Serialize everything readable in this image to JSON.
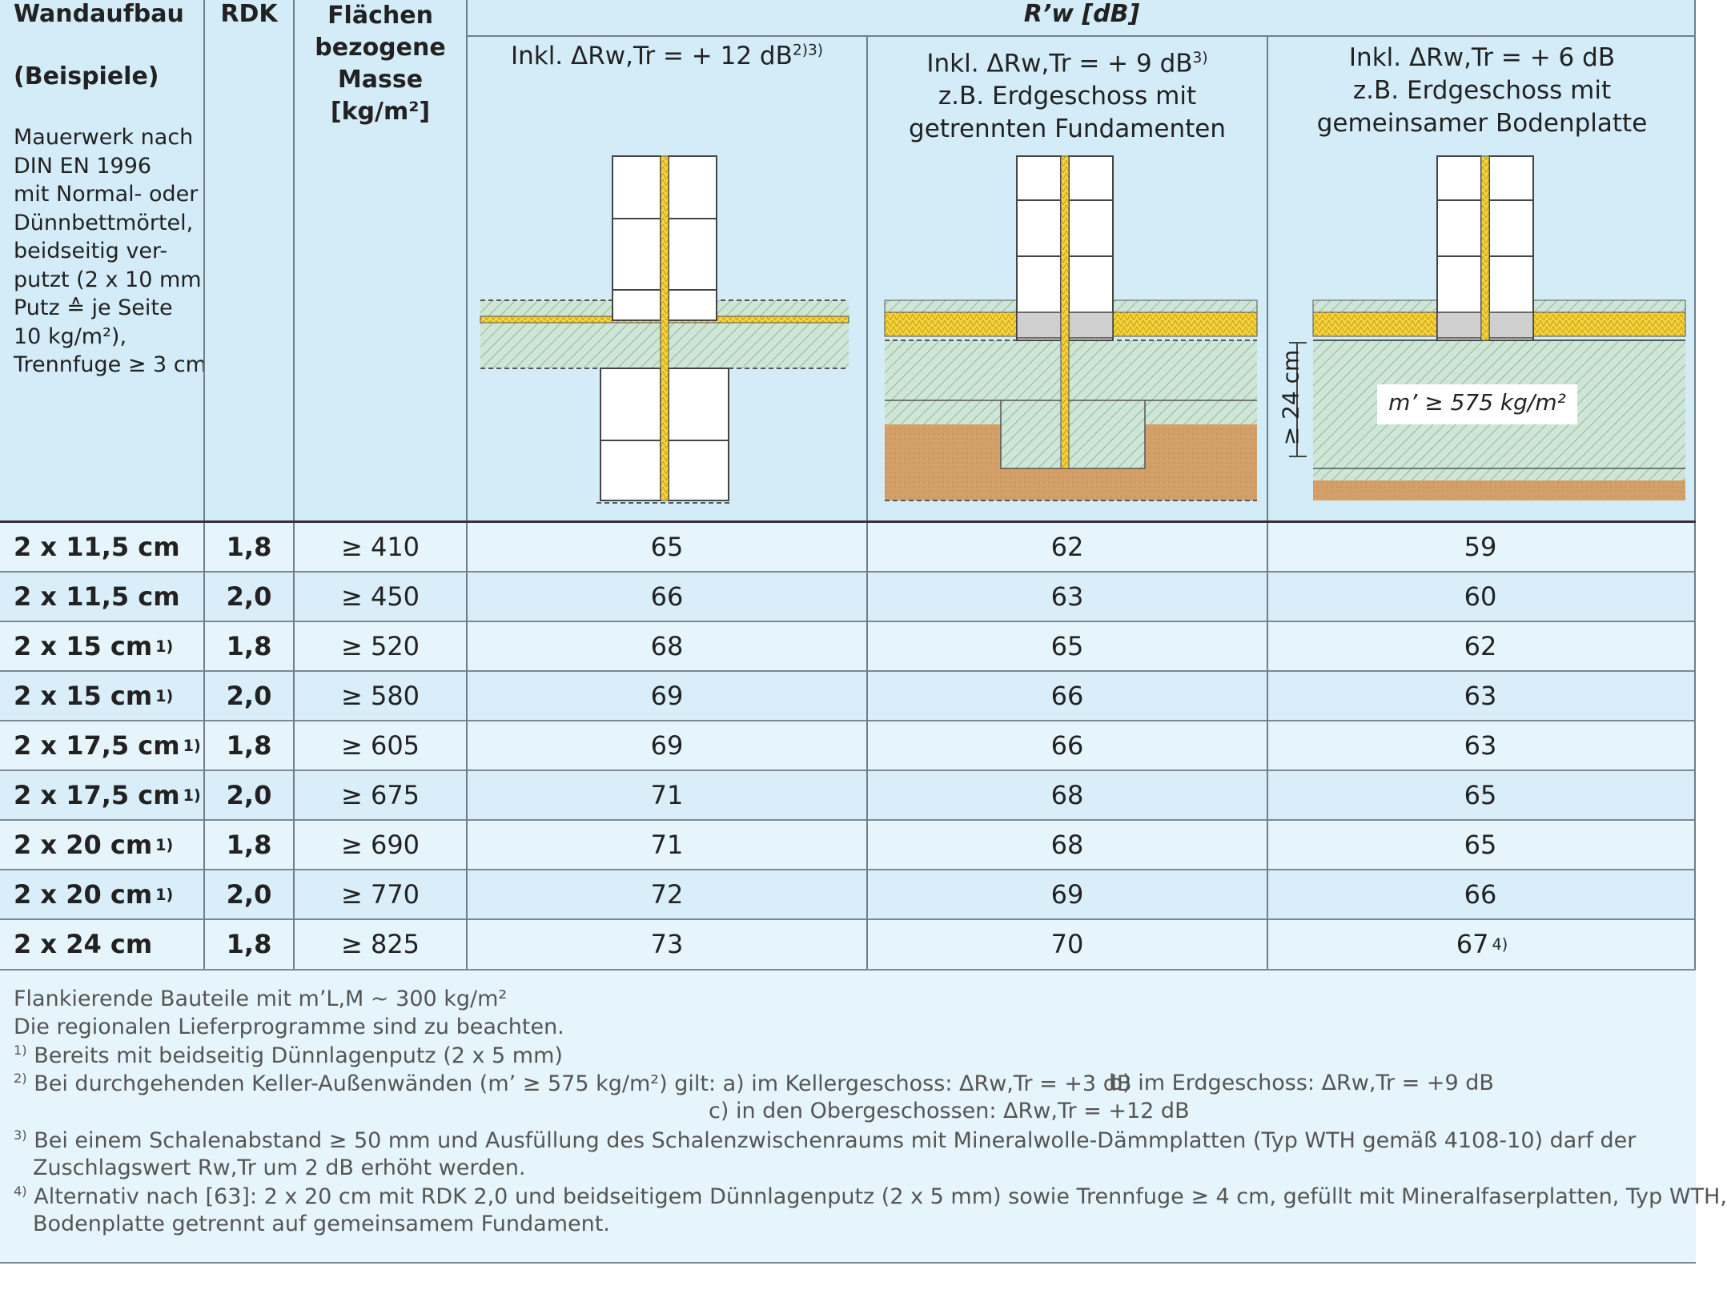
{
  "header": {
    "col1_title": "Wandaufbau",
    "col1_sub": "(Beispiele)",
    "col1_desc": [
      "Mauerwerk nach",
      "DIN EN 1996",
      "mit Normal- oder",
      "Dünnbettmörtel,",
      "beidseitig ver-",
      "putzt (2 x 10 mm",
      "Putz ≙ je Seite",
      "10 kg/m²),",
      "Trennfuge ≥ 3 cm"
    ],
    "col2_title": "RDK",
    "col3_lines": [
      "Flächen",
      "bezogene",
      "Masse",
      "[kg/m²]"
    ],
    "rw_title": "R’w [dB]",
    "sub1_line1": "Inkl. ΔRw,Tr = + 12 dB",
    "sub1_sup": "2)3)",
    "sub2_line1": "Inkl. ΔRw,Tr = + 9 dB",
    "sub2_sup": "3)",
    "sub2_line2": "z.B. Erdgeschoss mit",
    "sub2_line3": "getrennten Fundamenten",
    "sub3_line1": "Inkl. ΔRw,Tr = + 6 dB",
    "sub3_line2": "z.B. Erdgeschoss mit",
    "sub3_line3": "gemeinsamer Bodenplatte",
    "dim_label": "≥ 24 cm",
    "mass_label": "m’ ≥ 575 kg/m²"
  },
  "rows": [
    {
      "wall": "2 x 11,5 cm",
      "sup": "",
      "rdk": "1,8",
      "mass": "≥ 410",
      "v1": "65",
      "v2": "62",
      "v3": "59",
      "v3sup": ""
    },
    {
      "wall": "2 x 11,5 cm",
      "sup": "",
      "rdk": "2,0",
      "mass": "≥ 450",
      "v1": "66",
      "v2": "63",
      "v3": "60",
      "v3sup": ""
    },
    {
      "wall": "2 x 15 cm",
      "sup": "1)",
      "rdk": "1,8",
      "mass": "≥ 520",
      "v1": "68",
      "v2": "65",
      "v3": "62",
      "v3sup": ""
    },
    {
      "wall": "2 x 15 cm",
      "sup": "1)",
      "rdk": "2,0",
      "mass": "≥ 580",
      "v1": "69",
      "v2": "66",
      "v3": "63",
      "v3sup": ""
    },
    {
      "wall": "2 x 17,5 cm",
      "sup": "1)",
      "rdk": "1,8",
      "mass": "≥ 605",
      "v1": "69",
      "v2": "66",
      "v3": "63",
      "v3sup": ""
    },
    {
      "wall": "2 x 17,5 cm",
      "sup": "1)",
      "rdk": "2,0",
      "mass": "≥ 675",
      "v1": "71",
      "v2": "68",
      "v3": "65",
      "v3sup": ""
    },
    {
      "wall": "2 x 20 cm",
      "sup": "1)",
      "rdk": "1,8",
      "mass": "≥ 690",
      "v1": "71",
      "v2": "68",
      "v3": "65",
      "v3sup": ""
    },
    {
      "wall": "2 x 20 cm",
      "sup": "1)",
      "rdk": "2,0",
      "mass": "≥ 770",
      "v1": "72",
      "v2": "69",
      "v3": "66",
      "v3sup": ""
    },
    {
      "wall": "2 x 24 cm",
      "sup": "",
      "rdk": "1,8",
      "mass": "≥ 825",
      "v1": "73",
      "v2": "70",
      "v3": "67",
      "v3sup": "4)"
    }
  ],
  "footnotes": {
    "line1": "Flankierende Bauteile mit m’L,M ~ 300 kg/m²",
    "line2": "Die regionalen Lieferprogramme sind zu beachten.",
    "fn1_mark": "1)",
    "fn1": "Bereits mit beidseitig Dünnlagenputz (2 x 5 mm)",
    "fn2_mark": "2)",
    "fn2_a": "Bei durchgehenden Keller-Außenwänden (m’ ≥ 575 kg/m²) gilt:  a) im Kellergeschoss: ΔRw,Tr = +3 dB",
    "fn2_b": "b) im Erdgeschoss: ΔRw,Tr = +9 dB",
    "fn2_c": "c) in den Obergeschossen: ΔRw,Tr = +12 dB",
    "fn3_mark": "3)",
    "fn3_a": "Bei einem Schalenabstand ≥ 50 mm und Ausfüllung des Schalenzwischenraums mit Mineralwolle-Dämmplatten (Typ WTH gemäß 4108-10) darf der",
    "fn3_b": "Zuschlagswert Rw,Tr um 2 dB erhöht werden.",
    "fn4_mark": "4)",
    "fn4_a": "Alternativ nach [63]: 2 x 20 cm mit RDK 2,0 und beidseitigem Dünnlagenputz (2 x 5 mm) sowie Trennfuge ≥ 4 cm, gefüllt mit Mineralfaserplatten, Typ WTH,",
    "fn4_b": "Bodenplatte getrennt auf gemeinsamem Fundament."
  },
  "colors": {
    "header_bg": "#d4ecf8",
    "row_a": "#e6f4fc",
    "row_b": "#d9eef9",
    "insulation": "#f5d33c",
    "concrete": "#cfe6d6",
    "soil": "#d4a06a"
  }
}
